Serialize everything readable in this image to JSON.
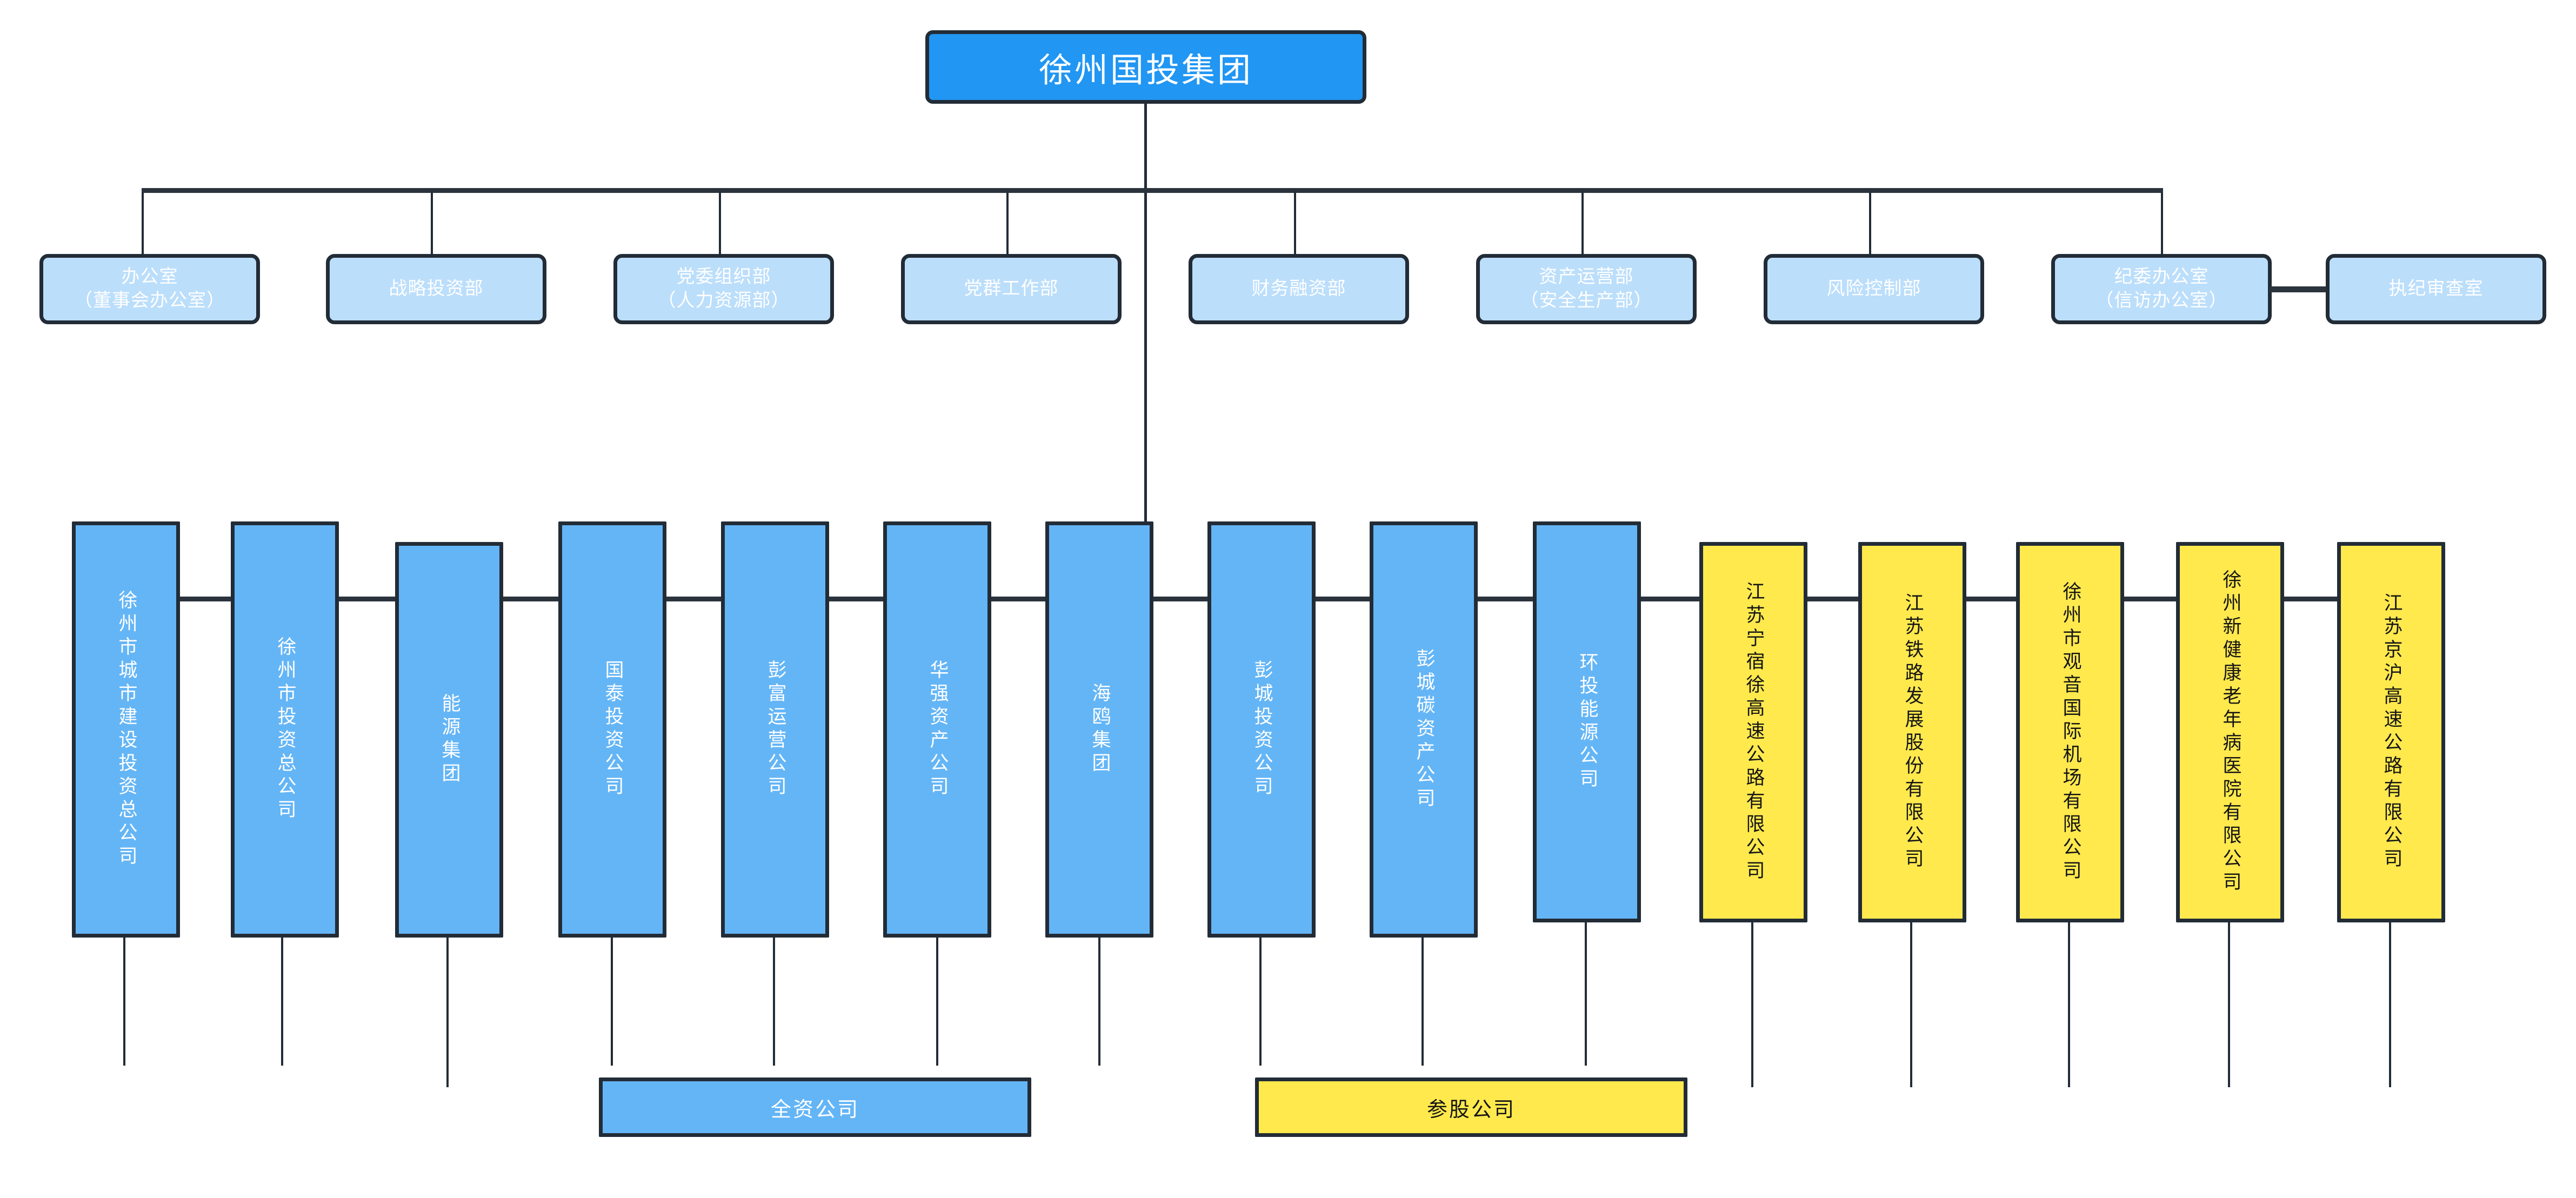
{
  "chart_title": "徐州国投集团",
  "root": {
    "label": "徐州国投集团",
    "color": "#2196f3",
    "text_color": "#ffffff"
  },
  "departments": {
    "color": "#bbdefb",
    "text_color": "#ffffff",
    "items": [
      {
        "line1": "办公室",
        "line2": "（董事会办公室）"
      },
      {
        "line1": "战略投资部",
        "line2": ""
      },
      {
        "line1": "党委组织部",
        "line2": "（人力资源部）"
      },
      {
        "line1": "党群工作部",
        "line2": ""
      },
      {
        "line1": "财务融资部",
        "line2": ""
      },
      {
        "line1": "资产运营部",
        "line2": "（安全生产部）"
      },
      {
        "line1": "风险控制部",
        "line2": ""
      },
      {
        "line1": "纪委办公室",
        "line2": "（信访办公室）"
      }
    ],
    "attached": {
      "line1": "执纪审查室",
      "line2": ""
    }
  },
  "subsidiaries": {
    "owned_color": "#64b5f6",
    "owned_text_color": "#ffffff",
    "equity_color": "#ffe94d",
    "equity_text_color": "#151515",
    "items": [
      {
        "label": "徐州市城市建设投资总公司",
        "type": "owned"
      },
      {
        "label": "徐州市投资总公司",
        "type": "owned"
      },
      {
        "label": "能源集团",
        "type": "owned"
      },
      {
        "label": "国泰投资公司",
        "type": "owned"
      },
      {
        "label": "彭富运营公司",
        "type": "owned"
      },
      {
        "label": "华强资产公司",
        "type": "owned"
      },
      {
        "label": "海鸥集团",
        "type": "owned"
      },
      {
        "label": "彭城投资公司",
        "type": "owned"
      },
      {
        "label": "彭城碳资产公司",
        "type": "owned"
      },
      {
        "label": "环投能源公司",
        "type": "owned"
      },
      {
        "label": "江苏宁宿徐高速公路有限公司",
        "type": "equity"
      },
      {
        "label": "江苏铁路发展股份有限公司",
        "type": "equity"
      },
      {
        "label": "徐州市观音国际机场有限公司",
        "type": "equity"
      },
      {
        "label": "徐州新健康老年病医院有限公司",
        "type": "equity"
      },
      {
        "label": "江苏京沪高速公路有限公司",
        "type": "equity"
      }
    ]
  },
  "legend": {
    "owned_label": "全资公司",
    "equity_label": "参股公司",
    "owned_color": "#64b5f6",
    "equity_color": "#ffe94d"
  }
}
